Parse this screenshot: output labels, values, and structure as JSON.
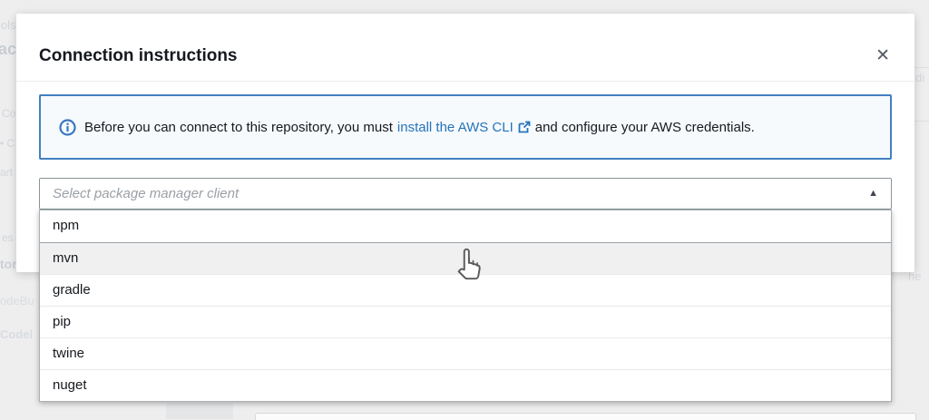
{
  "background": {
    "fragments_left": [
      "ols",
      "ac",
      "Co",
      "• C",
      "art",
      "es",
      "tory",
      "odeBu",
      "Codel"
    ],
    "fragment_right_top": "di",
    "fragment_right_mid": "he"
  },
  "modal": {
    "title": "Connection instructions",
    "close_label": "✕"
  },
  "alert": {
    "info_icon": "info-circle-icon",
    "text_before_link": "Before you can connect to this repository, you must",
    "link_text": "install the AWS CLI",
    "external_link_icon": "external-link-icon",
    "text_after_link": "and configure your AWS credentials.",
    "border_color": "#417fc0",
    "background_color": "#f6fafd",
    "link_color": "#2674bb"
  },
  "dropdown": {
    "placeholder": "Select package manager client",
    "state": "expanded",
    "collapse_caret": "▲",
    "options": [
      "npm",
      "mvn",
      "gradle",
      "pip",
      "twine",
      "nuget"
    ],
    "highlighted_option": "mvn",
    "highlighted_index": 1
  }
}
